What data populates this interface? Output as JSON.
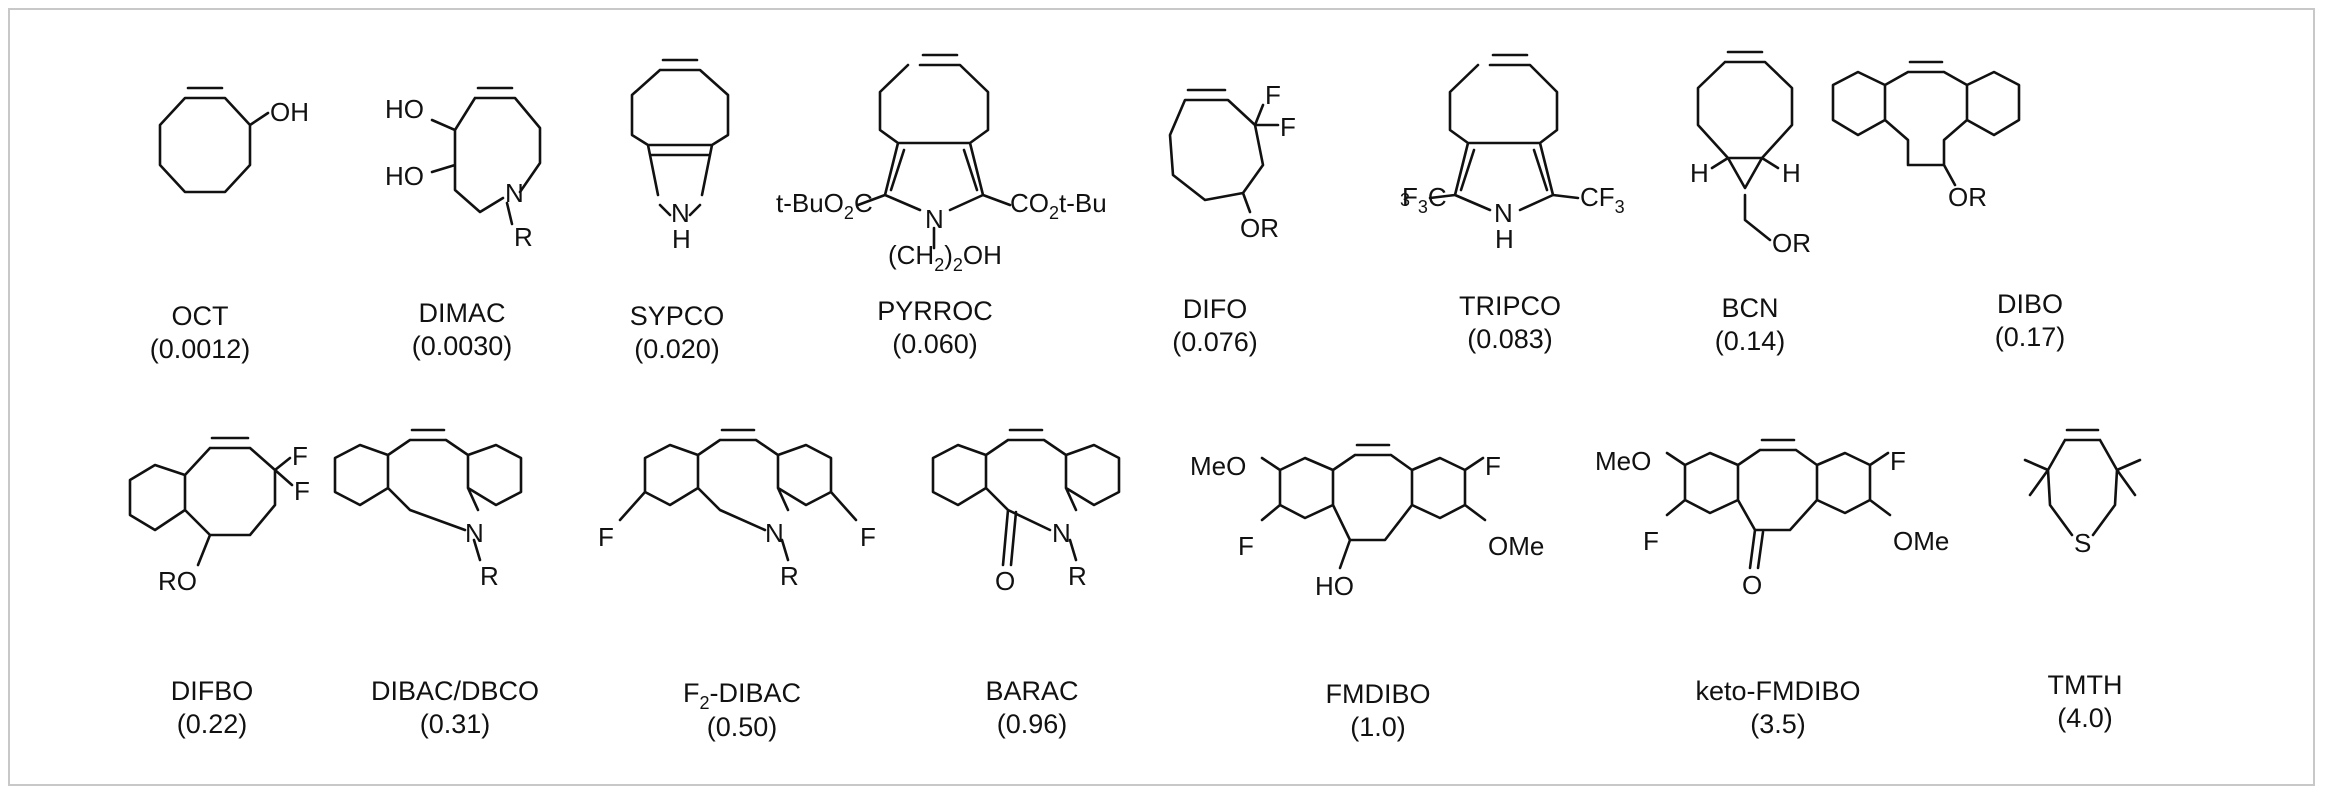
{
  "compounds": [
    {
      "name": "OCT",
      "rate": "(0.0012)",
      "atoms": {
        "a1": "OH"
      }
    },
    {
      "name": "DIMAC",
      "rate": "(0.0030)",
      "atoms": {
        "a1": "HO",
        "a2": "HO",
        "a3": "N",
        "a4": "R"
      }
    },
    {
      "name": "SYPCO",
      "rate": "(0.020)",
      "atoms": {
        "a1": "N",
        "a2": "H"
      }
    },
    {
      "name": "PYRROC",
      "rate": "(0.060)",
      "atoms": {
        "a1": "t-BuO",
        "a1sub": "2",
        "a1end": "C",
        "a2": "CO",
        "a2sub": "2",
        "a2end": "t-Bu",
        "a3": "N",
        "a4": "(CH",
        "a4sub": "2",
        "a4end": ")",
        "a4sub2": "2",
        "a4end2": "OH"
      }
    },
    {
      "name": "DIFO",
      "rate": "(0.076)",
      "atoms": {
        "a1": "F",
        "a2": "F",
        "a3": "OR"
      }
    },
    {
      "name": "TRIPCO",
      "rate": "(0.083)",
      "atoms": {
        "a1": "F",
        "a1sub": "3",
        "a1end": "C",
        "a2": "CF",
        "a2sub": "3",
        "a3": "N",
        "a4": "H"
      }
    },
    {
      "name": "BCN",
      "rate": "(0.14)",
      "atoms": {
        "a1": "H",
        "a2": "H",
        "a3": "OR"
      }
    },
    {
      "name": "DIBO",
      "rate": "(0.17)",
      "atoms": {
        "a1": "OR"
      }
    },
    {
      "name": "DIFBO",
      "rate": "(0.22)",
      "atoms": {
        "a1": "F",
        "a2": "F",
        "a3": "RO"
      }
    },
    {
      "name": "DIBAC/DBCO",
      "rate": "(0.31)",
      "atoms": {
        "a1": "N",
        "a2": "R"
      }
    },
    {
      "name_pre": "F",
      "name_sub": "2",
      "name_post": "-DIBAC",
      "rate": "(0.50)",
      "atoms": {
        "a1": "F",
        "a2": "F",
        "a3": "N",
        "a4": "R"
      }
    },
    {
      "name": "BARAC",
      "rate": "(0.96)",
      "atoms": {
        "a1": "O",
        "a2": "N",
        "a3": "R"
      }
    },
    {
      "name": "FMDIBO",
      "rate": "(1.0)",
      "atoms": {
        "a1": "MeO",
        "a2": "F",
        "a3": "F",
        "a4": "OMe",
        "a5": "HO"
      }
    },
    {
      "name": "keto-FMDIBO",
      "rate": "(3.5)",
      "atoms": {
        "a1": "MeO",
        "a2": "F",
        "a3": "F",
        "a4": "OMe",
        "a5": "O"
      }
    },
    {
      "name": "TMTH",
      "rate": "(4.0)",
      "atoms": {
        "a1": "S"
      }
    }
  ],
  "colors": {
    "ink": "#111111",
    "frame": "#c8c8c8",
    "background": "#ffffff"
  }
}
